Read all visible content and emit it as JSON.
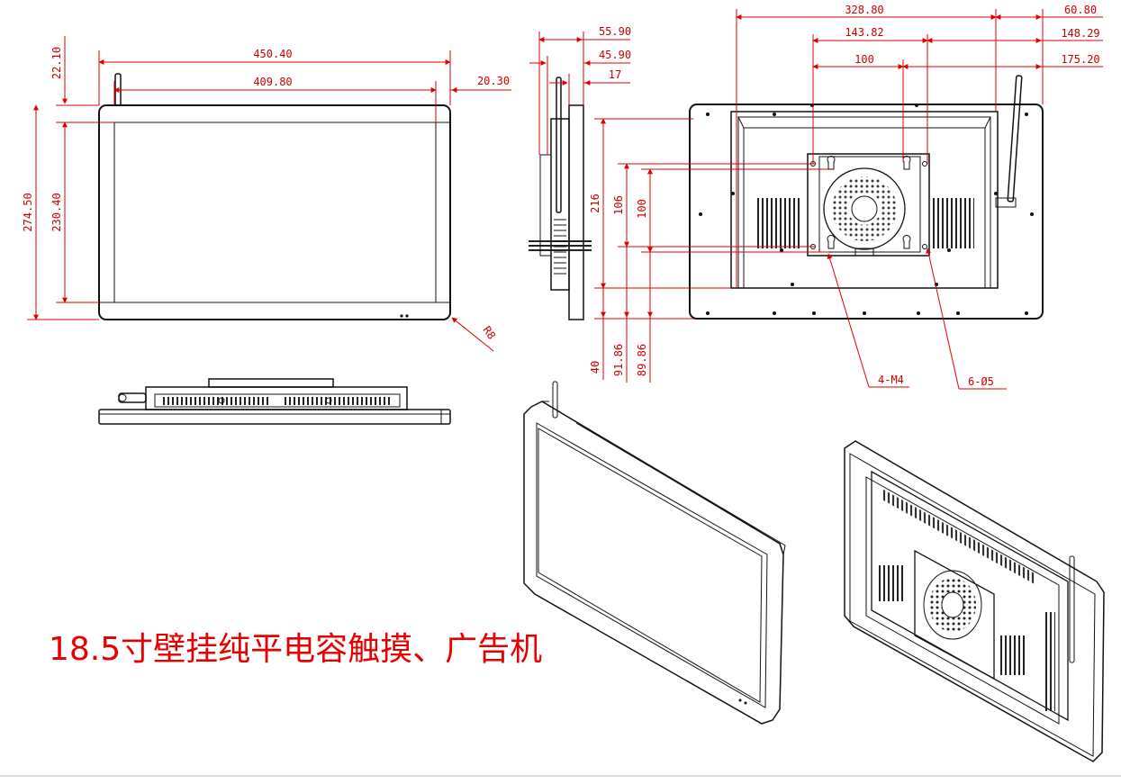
{
  "title": "18.5寸壁挂纯平电容触摸、广告机",
  "colors": {
    "dimension": "#cc0000",
    "outline": "#111111",
    "title": "#e60000"
  },
  "dimensions": {
    "front_overall_width": "450.40",
    "front_display_width": "409.80",
    "front_right_offset": "20.30",
    "front_top_offset": "22.10",
    "front_overall_height": "274.50",
    "front_display_height": "230.40",
    "corner_radius": "R8",
    "side_overall_depth": "55.90",
    "side_body_depth": "45.90",
    "side_bezel_depth": "17",
    "back_width_a": "328.80",
    "back_right_a": "60.80",
    "back_width_b": "143.82",
    "back_right_b": "148.29",
    "back_width_c": "100",
    "back_right_c": "175.20",
    "back_height_216": "216",
    "back_height_106": "106",
    "back_height_100": "100",
    "back_bottom_40": "40",
    "back_bottom_91": "91.86",
    "back_bottom_89": "89.86"
  },
  "labels": {
    "screw_holes": "4-M4",
    "through_holes": "6-Ø5"
  }
}
